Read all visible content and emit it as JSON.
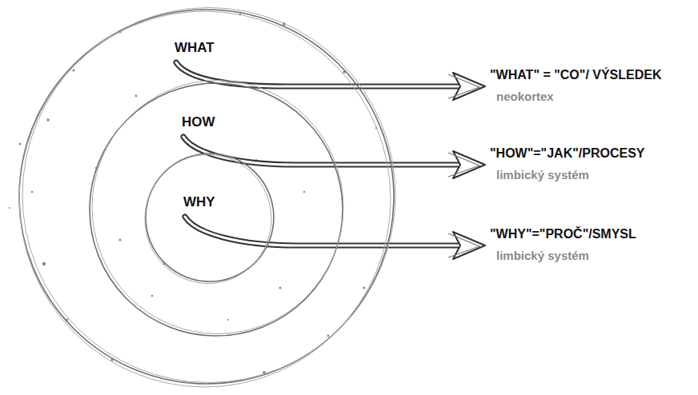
{
  "diagram": {
    "nodes": [
      {
        "text": [
          "WHAT"
        ]
      },
      {
        "text": [
          "HOW"
        ],
        "in": 0
      },
      {
        "text": [
          "WHY"
        ],
        "in": 1
      },
      {
        "text": [
          "\"WHAT\" = \"CO\"/ VÝSLEDEK",
          "neokortex"
        ]
      },
      {
        "text": [
          "\"HOW\"=\"JAK\"/PROCESY",
          "limbický systém"
        ]
      },
      {
        "text": [
          "\"WHY\"=\"PROČ\"/SMYSL",
          "limbický systém"
        ]
      }
    ],
    "edges": [
      {
        "from": 0,
        "to": 3,
        "arrow": "to"
      },
      {
        "from": 1,
        "to": 4,
        "arrow": "to"
      },
      {
        "from": 2,
        "to": 5,
        "arrow": "to"
      }
    ]
  }
}
